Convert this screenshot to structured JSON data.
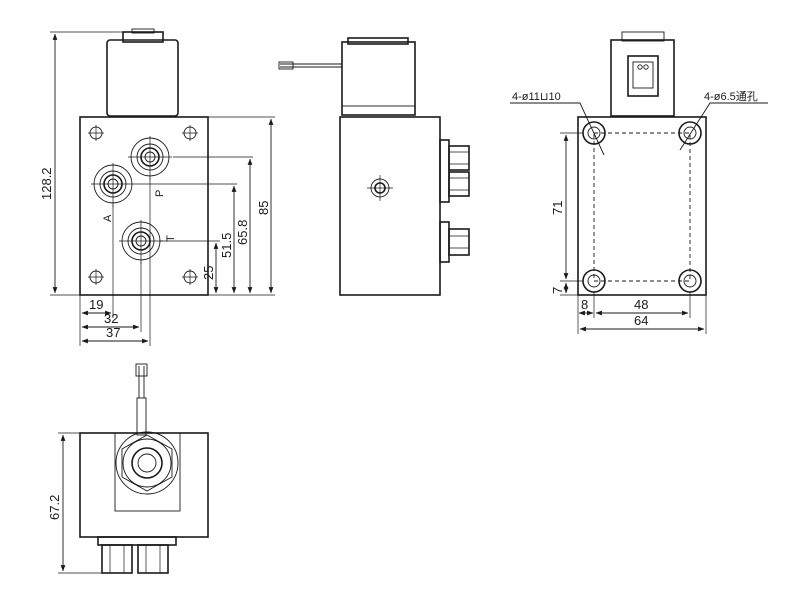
{
  "front_view": {
    "port_labels": {
      "a": "A",
      "p": "P",
      "t": "T"
    },
    "dimensions": {
      "overall_height": "128.2",
      "body_height": "85",
      "p_port_height": "65.8",
      "a_port_height": "51.5",
      "t_port_height": "25",
      "a_port_offset": "19",
      "t_port_offset": "32",
      "p_port_offset": "37"
    }
  },
  "right_view": {
    "callouts": {
      "counterbore": "4-ø11⊔10",
      "through_hole": "4-ø6.5通孔"
    },
    "dimensions": {
      "hole_spacing_v": "71",
      "hole_edge_v": "7",
      "hole_edge_h": "8",
      "hole_spacing_h": "48",
      "body_width": "64"
    }
  },
  "bottom_view": {
    "dimensions": {
      "depth": "67.2"
    }
  }
}
